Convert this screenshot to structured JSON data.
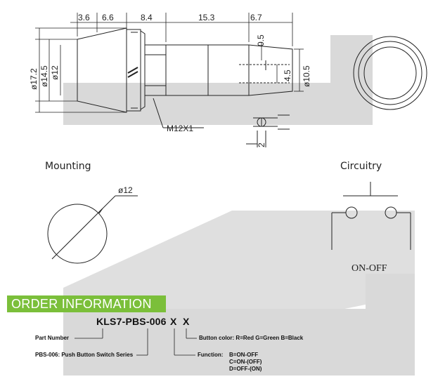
{
  "drawing": {
    "side_view": {
      "dims_top": [
        "3.6",
        "6.6",
        "8.4",
        "15.3",
        "6.7"
      ],
      "dims_left": [
        "ø17.2",
        "ø14.5",
        "ø12"
      ],
      "dims_right": [
        "0.5",
        "4.5",
        "ø10.5"
      ],
      "thread_label": "M12X1",
      "terminal_dim": "2"
    },
    "mounting": {
      "title": "Mounting",
      "hole_dim": "ø12"
    },
    "circuitry": {
      "title": "Circuitry",
      "switch_label": "ON-OFF"
    }
  },
  "order_info": {
    "header": "ORDER INFORMATION",
    "part_code": "KLS7-PBS-006",
    "x1": "X",
    "x2": "X",
    "part_number_label": "Part Number",
    "series_label": "PBS-006: Push Button Switch Series",
    "button_color_label": "Button color: R=Red  G=Green  B=Black",
    "function_label": "Function:",
    "function_options": [
      "B=ON-OFF",
      "C=ON-(OFF)",
      "D=OFF-(ON)"
    ]
  },
  "colors": {
    "watermark": "#d9d9d9",
    "header_bg": "#7bbf3a",
    "line": "#222222"
  }
}
